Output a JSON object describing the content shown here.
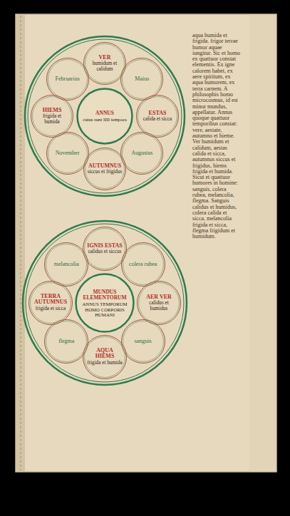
{
  "diagram": {
    "nodes": [
      {
        "text": [
          "ANNUS",
          "cuius sunt IIII tempora"
        ]
      },
      {
        "text": [
          "VER",
          "humidum et calidum"
        ]
      },
      {
        "text": [
          "Maius"
        ]
      },
      {
        "text": [
          "ESTAS",
          "calida et sicca"
        ]
      },
      {
        "text": [
          "Augustus"
        ]
      },
      {
        "text": [
          "AUTUMNUS",
          "siccus et frigidus"
        ]
      },
      {
        "text": [
          "November"
        ]
      },
      {
        "text": [
          "HIEMS",
          "frigida et humida"
        ]
      },
      {
        "text": [
          "Februarius"
        ]
      },
      {
        "text": [
          "MUNDUS ELEMENTORUM",
          "ANNUS TEMPORUM",
          "HOMO CORPORIS HUMANI"
        ]
      },
      {
        "text": [
          "IGNIS ESTAS",
          "calidus et siccus"
        ]
      },
      {
        "text": [
          "colera rubea"
        ]
      },
      {
        "text": [
          "AER VER",
          "calidus et humidus"
        ]
      },
      {
        "text": [
          "sanguis"
        ]
      },
      {
        "text": [
          "AQUA HIEMS",
          "frigida et humida"
        ]
      },
      {
        "text": [
          "flegma"
        ]
      },
      {
        "text": [
          "TERRA AUTUMNUS",
          "frigida et sicca"
        ]
      },
      {
        "text": [
          "melancolia"
        ]
      }
    ],
    "labels": [
      "aqua humida et frigida. frigor terrae humor aquae iungitur. Sic et homo ex quattuor constat elementis. Ex igne calorem habet, ex aere spiritum, ex aqua humorem, ex terra carnem. A philosophis homo microcosmus, id est minor mundus, appellatur. Annus quoque quattuor temporibus constat: vere, aestate, autumno et hieme. Ver humidum et calidum, aestas calida et sicca, autumnus siccus et frigidus, hiems frigida et humida. Sicut et quattuor humores in homine: sanguis, colera rubea, melancolia, flegma. Sanguis calidus et humidus, colera calida et sicca, melancolia frigida et sicca, flegma frigidum et humidum."
    ]
  }
}
